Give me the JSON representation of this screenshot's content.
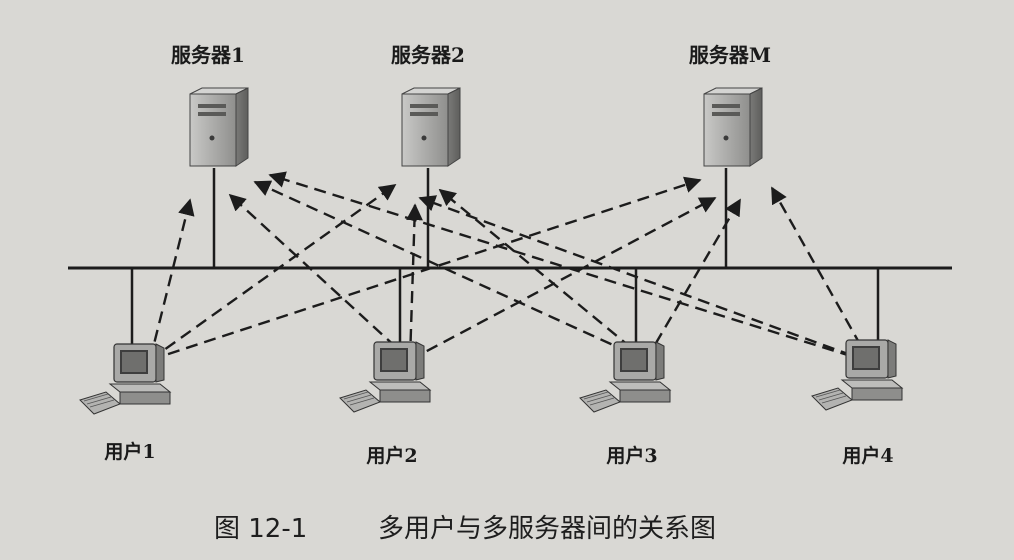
{
  "servers": [
    {
      "id": "s1",
      "label": "服务器1"
    },
    {
      "id": "s2",
      "label": "服务器2"
    },
    {
      "id": "sm",
      "label": "服务器M"
    }
  ],
  "users": [
    {
      "id": "u1",
      "label": "用户1"
    },
    {
      "id": "u2",
      "label": "用户2"
    },
    {
      "id": "u3",
      "label": "用户3"
    },
    {
      "id": "u4",
      "label": "用户4"
    }
  ],
  "connections": [
    {
      "from": "u1",
      "to": "s1"
    },
    {
      "from": "u1",
      "to": "s2"
    },
    {
      "from": "u1",
      "to": "sm"
    },
    {
      "from": "u2",
      "to": "s1"
    },
    {
      "from": "u2",
      "to": "s2"
    },
    {
      "from": "u2",
      "to": "sm"
    },
    {
      "from": "u3",
      "to": "s1"
    },
    {
      "from": "u3",
      "to": "s2"
    },
    {
      "from": "u3",
      "to": "sm"
    },
    {
      "from": "u4",
      "to": "s1"
    },
    {
      "from": "u4",
      "to": "s2"
    },
    {
      "from": "u4",
      "to": "sm"
    }
  ],
  "caption": {
    "number": "图 12-1",
    "title": "多用户与多服务器间的关系图"
  },
  "colors": {
    "background": "#d9d8d4",
    "line": "#1c1c1c",
    "device": "#9a9a98"
  }
}
